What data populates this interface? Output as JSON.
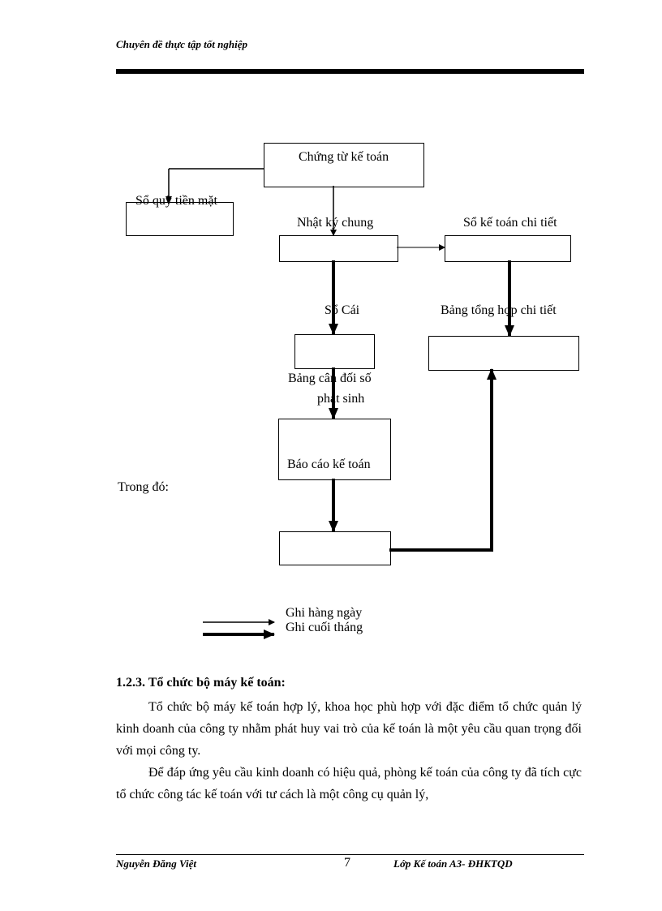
{
  "header": {
    "title": "Chuyên đề thực tập tốt nghiệp"
  },
  "diagram": {
    "nodes": {
      "chung_tu": "Chứng từ kế toán",
      "so_quy": "Sổ quỹ tiền mặt",
      "nhat_ky_chung": "Nhật ký chung",
      "so_chi_tiet": "Sổ kế toán chi tiết",
      "so_cai": "Sổ Cái",
      "bang_tong_hop": "Bảng tổng hợp chi tiết",
      "bang_can_doi_1": "Bảng cân đối số",
      "bang_can_doi_2": "phát sinh",
      "bao_cao": "Báo cáo kế toán"
    },
    "trong_do": "Trong đó:",
    "legend": {
      "daily": "Ghi hàng ngày",
      "period_end": "Ghi cuối tháng"
    }
  },
  "section": {
    "title": "1.2.3. Tổ chức bộ máy kế toán:",
    "paragraphs": [
      "Tổ chức bộ máy kế toán hợp lý, khoa học phù hợp với đặc điểm tổ chức quản lý kinh doanh của công ty nhằm phát huy vai trò của kế toán là một yêu cầu quan trọng đối với mọi công ty.",
      "Để đáp ứng yêu cầu kinh doanh có hiệu quả, phòng kế toán của công ty  đã tích cực tổ chức công tác kế toán với tư cách là một công cụ quản lý,"
    ]
  },
  "footer": {
    "author": "Nguyễn Đăng Việt",
    "page": "7",
    "class": "Lớp Kế toán A3- ĐHKTQD"
  }
}
